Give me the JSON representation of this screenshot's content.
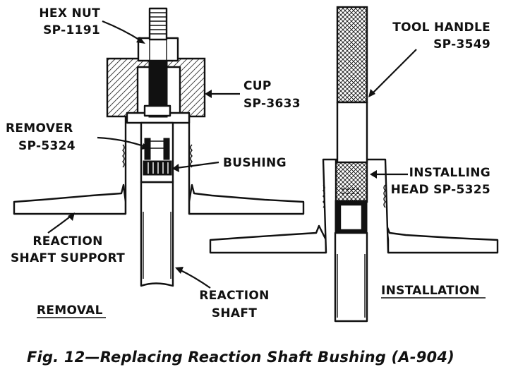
{
  "labels": {
    "hex_nut": [
      "HEX NUT",
      "SP-1191"
    ],
    "cup": [
      "CUP",
      "SP-3633"
    ],
    "remover": [
      "REMOVER",
      "SP-5324"
    ],
    "bushing": "BUSHING",
    "reaction_shaft_support": [
      "REACTION",
      "SHAFT SUPPORT"
    ],
    "reaction_shaft": [
      "REACTION",
      "SHAFT"
    ],
    "removal": "REMOVAL",
    "tool_handle": [
      "TOOL HANDLE",
      "SP-3549"
    ],
    "installing_head": [
      "INSTALLING",
      "HEAD SP-5325"
    ],
    "installation": "INSTALLATION"
  },
  "caption": "Fig. 12—Replacing Reaction Shaft Bushing (A-904)"
}
